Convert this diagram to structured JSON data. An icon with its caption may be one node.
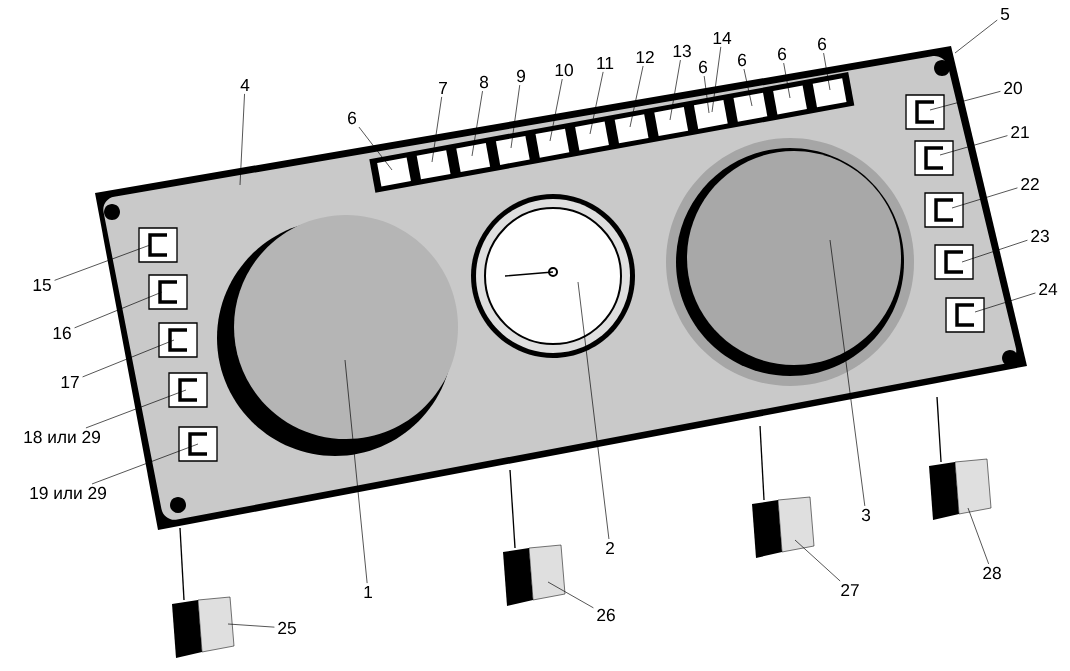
{
  "diagram": {
    "nodes": [
      {
        "text": [
          "4"
        ]
      },
      {
        "text": [
          "5"
        ]
      },
      {
        "text": [
          "6"
        ]
      },
      {
        "text": [
          "7"
        ]
      },
      {
        "text": [
          "8"
        ]
      },
      {
        "text": [
          "9"
        ]
      },
      {
        "text": [
          "10"
        ]
      },
      {
        "text": [
          "11"
        ]
      },
      {
        "text": [
          "12"
        ]
      },
      {
        "text": [
          "13"
        ]
      },
      {
        "text": [
          "14"
        ]
      },
      {
        "text": [
          "6"
        ]
      },
      {
        "text": [
          "6"
        ]
      },
      {
        "text": [
          "6"
        ]
      },
      {
        "text": [
          "6"
        ]
      },
      {
        "text": [
          "20"
        ]
      },
      {
        "text": [
          "21"
        ]
      },
      {
        "text": [
          "22"
        ]
      },
      {
        "text": [
          "23"
        ]
      },
      {
        "text": [
          "24"
        ]
      },
      {
        "text": [
          "15"
        ]
      },
      {
        "text": [
          "16"
        ]
      },
      {
        "text": [
          "17"
        ]
      },
      {
        "text": [
          "18 или 29"
        ]
      },
      {
        "text": [
          "19 или 29"
        ]
      },
      {
        "text": [
          "1"
        ]
      },
      {
        "text": [
          "2"
        ]
      },
      {
        "text": [
          "3"
        ]
      },
      {
        "text": [
          "25"
        ]
      },
      {
        "text": [
          "26"
        ]
      },
      {
        "text": [
          "27"
        ]
      },
      {
        "text": [
          "28"
        ]
      }
    ],
    "edges": [
      {
        "from": 0,
        "to": null,
        "arrow": "none"
      },
      {
        "from": 1,
        "to": null,
        "arrow": "none"
      },
      {
        "from": 2,
        "to": null,
        "arrow": "none"
      },
      {
        "from": 3,
        "to": null,
        "arrow": "none"
      },
      {
        "from": 4,
        "to": null,
        "arrow": "none"
      },
      {
        "from": 5,
        "to": null,
        "arrow": "none"
      },
      {
        "from": 6,
        "to": null,
        "arrow": "none"
      },
      {
        "from": 7,
        "to": null,
        "arrow": "none"
      },
      {
        "from": 8,
        "to": null,
        "arrow": "none"
      },
      {
        "from": 9,
        "to": null,
        "arrow": "none"
      },
      {
        "from": 10,
        "to": null,
        "arrow": "none"
      },
      {
        "from": 11,
        "to": null,
        "arrow": "none"
      },
      {
        "from": 12,
        "to": null,
        "arrow": "none"
      },
      {
        "from": 13,
        "to": null,
        "arrow": "none"
      },
      {
        "from": 14,
        "to": null,
        "arrow": "none"
      },
      {
        "from": 15,
        "to": null,
        "arrow": "none"
      },
      {
        "from": 16,
        "to": null,
        "arrow": "none"
      },
      {
        "from": 17,
        "to": null,
        "arrow": "none"
      },
      {
        "from": 18,
        "to": null,
        "arrow": "none"
      },
      {
        "from": 19,
        "to": null,
        "arrow": "none"
      },
      {
        "from": 20,
        "to": null,
        "arrow": "none"
      },
      {
        "from": 21,
        "to": null,
        "arrow": "none"
      },
      {
        "from": 22,
        "to": null,
        "arrow": "none"
      },
      {
        "from": 23,
        "to": null,
        "arrow": "none"
      },
      {
        "from": 24,
        "to": null,
        "arrow": "none"
      },
      {
        "from": 25,
        "to": null,
        "arrow": "none"
      },
      {
        "from": 26,
        "to": null,
        "arrow": "none"
      },
      {
        "from": 27,
        "to": null,
        "arrow": "none"
      },
      {
        "from": 28,
        "to": null,
        "arrow": "none"
      },
      {
        "from": 29,
        "to": null,
        "arrow": "none"
      },
      {
        "from": 30,
        "to": null,
        "arrow": "none"
      },
      {
        "from": 31,
        "to": null,
        "arrow": "none"
      }
    ]
  }
}
